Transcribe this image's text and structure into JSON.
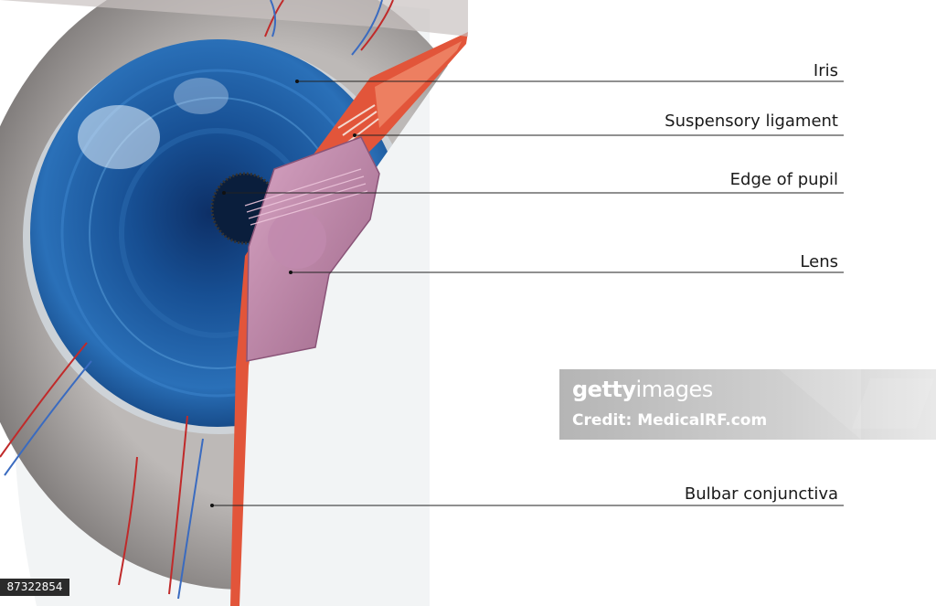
{
  "labels": {
    "iris": "Iris",
    "suspensory_ligament": "Suspensory ligament",
    "edge_of_pupil": "Edge of pupil",
    "lens": "Lens",
    "bulbar_conjunctiva": "Bulbar conjunctiva"
  },
  "watermark": {
    "brand_bold": "getty",
    "brand_light": "images",
    "credit": "Credit: MedicalRF.com"
  },
  "image_id": "87322854",
  "colors": {
    "iris_blue": "#1f5fa8",
    "sclera_gray": "#9a9696",
    "muscle_red": "#e2553a",
    "lens_pink": "#b27a9e",
    "leader_line": "#222222"
  }
}
